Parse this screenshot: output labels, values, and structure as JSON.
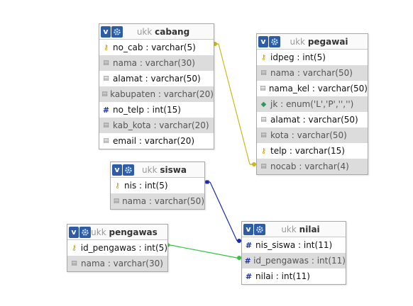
{
  "db_prefix": "ukk",
  "icons": {
    "toggle": "v",
    "settings": "gear-icon",
    "key": "key-icon",
    "numeric": "hash-icon",
    "text": "column-icon",
    "enum": "diamond-icon"
  },
  "tables": {
    "cabang": {
      "name": "cabang",
      "columns": [
        {
          "label": "no_cab : varchar(5)",
          "icon": "key"
        },
        {
          "label": "nama : varchar(30)",
          "icon": "text"
        },
        {
          "label": "alamat : varchar(50)",
          "icon": "text"
        },
        {
          "label": "kabupaten : varchar(20)",
          "icon": "text"
        },
        {
          "label": "no_telp : int(15)",
          "icon": "numeric"
        },
        {
          "label": "kab_kota : varchar(20)",
          "icon": "text"
        },
        {
          "label": "email : varchar(20)",
          "icon": "text"
        }
      ]
    },
    "pegawai": {
      "name": "pegawai",
      "columns": [
        {
          "label": "idpeg : int(5)",
          "icon": "key"
        },
        {
          "label": "nama : varchar(50)",
          "icon": "text"
        },
        {
          "label": "nama_kel : varchar(50)",
          "icon": "text"
        },
        {
          "label": "jk : enum('L','P','','')",
          "icon": "enum"
        },
        {
          "label": "alamat : varchar(50)",
          "icon": "text"
        },
        {
          "label": "kota : varchar(50)",
          "icon": "text"
        },
        {
          "label": "telp : varchar(15)",
          "icon": "key"
        },
        {
          "label": "nocab : varchar(4)",
          "icon": "text"
        }
      ]
    },
    "siswa": {
      "name": "siswa",
      "columns": [
        {
          "label": "nis : int(5)",
          "icon": "key"
        },
        {
          "label": "nama : varchar(50)",
          "icon": "text"
        }
      ]
    },
    "pengawas": {
      "name": "pengawas",
      "columns": [
        {
          "label": "id_pengawas : int(5)",
          "icon": "key"
        },
        {
          "label": "nama : varchar(30)",
          "icon": "text"
        }
      ]
    },
    "nilai": {
      "name": "nilai",
      "columns": [
        {
          "label": "nis_siswa : int(11)",
          "icon": "numeric"
        },
        {
          "label": "id_pengawas : int(11)",
          "icon": "numeric"
        },
        {
          "label": "nilai : int(11)",
          "icon": "numeric"
        }
      ]
    }
  },
  "relations": [
    {
      "from": "cabang.no_cab",
      "to": "pegawai.nocab",
      "color": "#c9b820"
    },
    {
      "from": "siswa.nis",
      "to": "nilai.nis_siswa",
      "color": "#1a2ab0"
    },
    {
      "from": "pengawas.id_pengawas",
      "to": "nilai.id_pengawas",
      "color": "#2fc43a"
    }
  ]
}
